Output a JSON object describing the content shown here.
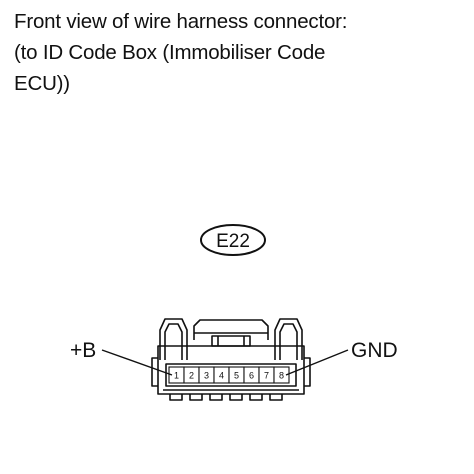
{
  "caption": {
    "line1": "Front view of wire harness connector:",
    "line2": "(to ID Code Box (Immobiliser Code",
    "line3": "ECU))"
  },
  "connector": {
    "id": "E22",
    "pins": [
      "1",
      "2",
      "3",
      "4",
      "5",
      "6",
      "7",
      "8"
    ],
    "left_label": "+B",
    "right_label": "GND"
  }
}
